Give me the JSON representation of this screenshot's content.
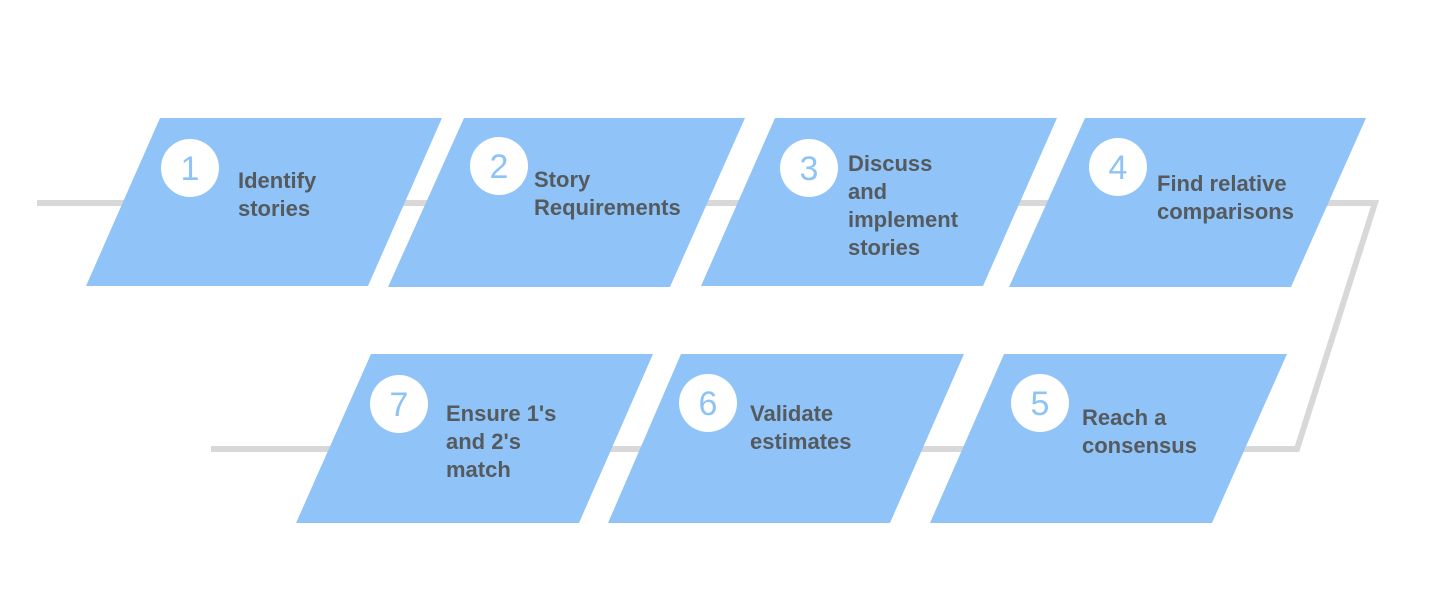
{
  "colors": {
    "step_fill": "#90c4f8",
    "connector": "#d8d8d8",
    "badge_fill": "#ffffff",
    "badge_text": "#8ec3f5",
    "label_text": "#555a5e"
  },
  "steps": [
    {
      "number": "1",
      "label": "Identify\nstories"
    },
    {
      "number": "2",
      "label": "Story\nRequirements"
    },
    {
      "number": "3",
      "label": "Discuss\nand\nimplement\nstories"
    },
    {
      "number": "4",
      "label": "Find relative\ncomparisons"
    },
    {
      "number": "5",
      "label": "Reach a\nconsensus"
    },
    {
      "number": "6",
      "label": "Validate\nestimates"
    },
    {
      "number": "7",
      "label": "Ensure 1's\nand 2's\nmatch"
    }
  ]
}
